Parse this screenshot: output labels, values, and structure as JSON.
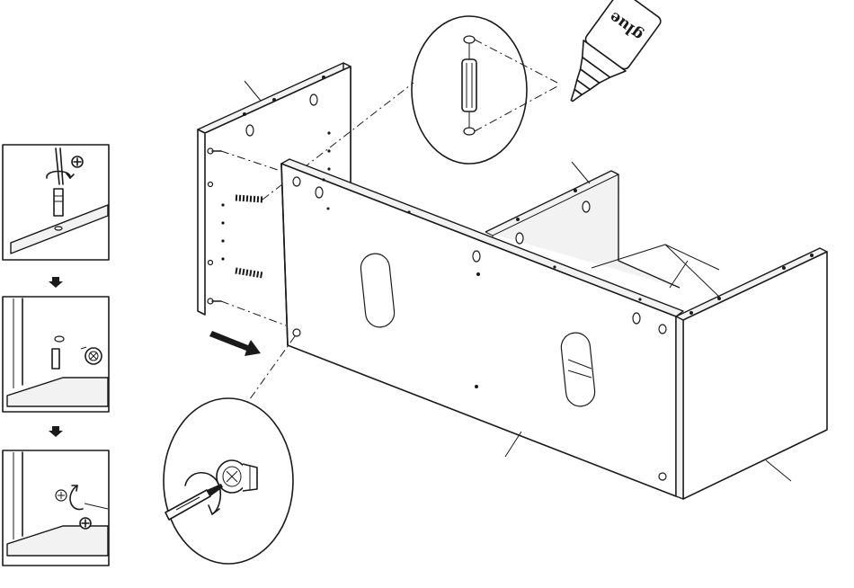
{
  "glue_bottle": {
    "label": "glue"
  },
  "colors": {
    "line": "#1a1a1a",
    "background": "#ffffff",
    "edge_fill": "#f2f2f2"
  },
  "icons": {
    "step_arrow": "down-arrow-icon",
    "push_arrow": "arrow-right-icon",
    "rotate": "rotate-arrow-icon",
    "tool": "screwdriver-icon",
    "plus": "plus-circle-icon"
  },
  "steps": [
    {
      "name": "screw-in-cam-bolt"
    },
    {
      "name": "insert-cam-lock"
    },
    {
      "name": "tighten-cam-lock"
    }
  ]
}
